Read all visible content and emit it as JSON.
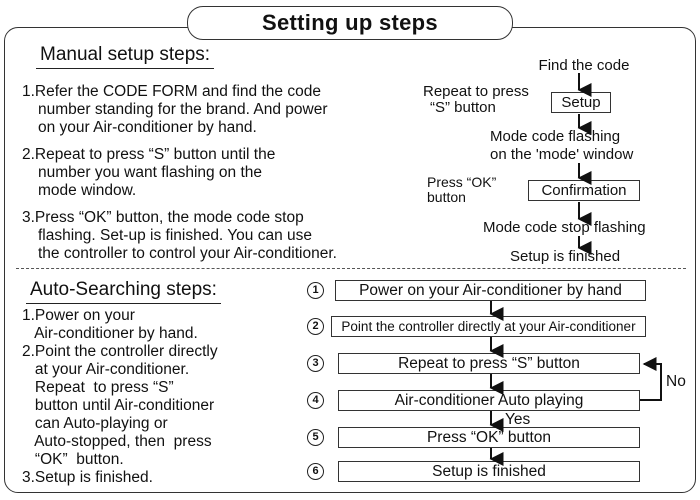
{
  "title": "Setting up steps",
  "manual": {
    "heading": "Manual setup steps:",
    "steps": [
      [
        "1.Refer the CODE FORM and find the code",
        "number standing for the brand. And power",
        "on your Air-conditioner by hand."
      ],
      [
        "2.Repeat  to  press  “S”  button until the",
        "number you want flashing on the",
        "mode window."
      ],
      [
        "3.Press “OK” button, the mode code stop",
        "flashing.  Set-up is finished.  You can use",
        "the controller to control your Air-conditioner."
      ]
    ]
  },
  "manual_flow": {
    "find_code": "Find the code",
    "repeat_press_line1": "Repeat to press",
    "repeat_press_line2": "“S” button",
    "setup_box": "Setup",
    "mode_flashing_line1": "Mode code flashing",
    "mode_flashing_line2": "on the 'mode' window",
    "press_ok_line1": "Press  “OK”",
    "press_ok_line2": "button",
    "confirmation_box": "Confirmation",
    "stop_flashing": "Mode code stop flashing",
    "finished": "Setup is finished"
  },
  "auto": {
    "heading": "Auto-Searching steps:",
    "steps": [
      "1.Power on your",
      "   Air-conditioner by hand.",
      "2.Point the controller directly",
      "   at your Air-conditioner.",
      "   Repeat  to press “S”",
      "   button until Air-conditioner",
      "   can Auto-playing or",
      "   Auto-stopped, then  press",
      "   “OK”  button.",
      "3.Setup is finished."
    ]
  },
  "auto_flow": {
    "numbers": [
      "1",
      "2",
      "3",
      "4",
      "5",
      "6"
    ],
    "boxes": [
      "Power on your Air-conditioner by hand",
      "Point the controller directly at your Air-conditioner",
      "Repeat to press “S” button",
      "Air-conditioner Auto playing",
      "Press  “OK” button",
      "Setup is finished"
    ],
    "no_label": "No",
    "yes_label": "Yes"
  },
  "colors": {
    "border": "#333333",
    "text": "#111111",
    "background": "#ffffff"
  }
}
